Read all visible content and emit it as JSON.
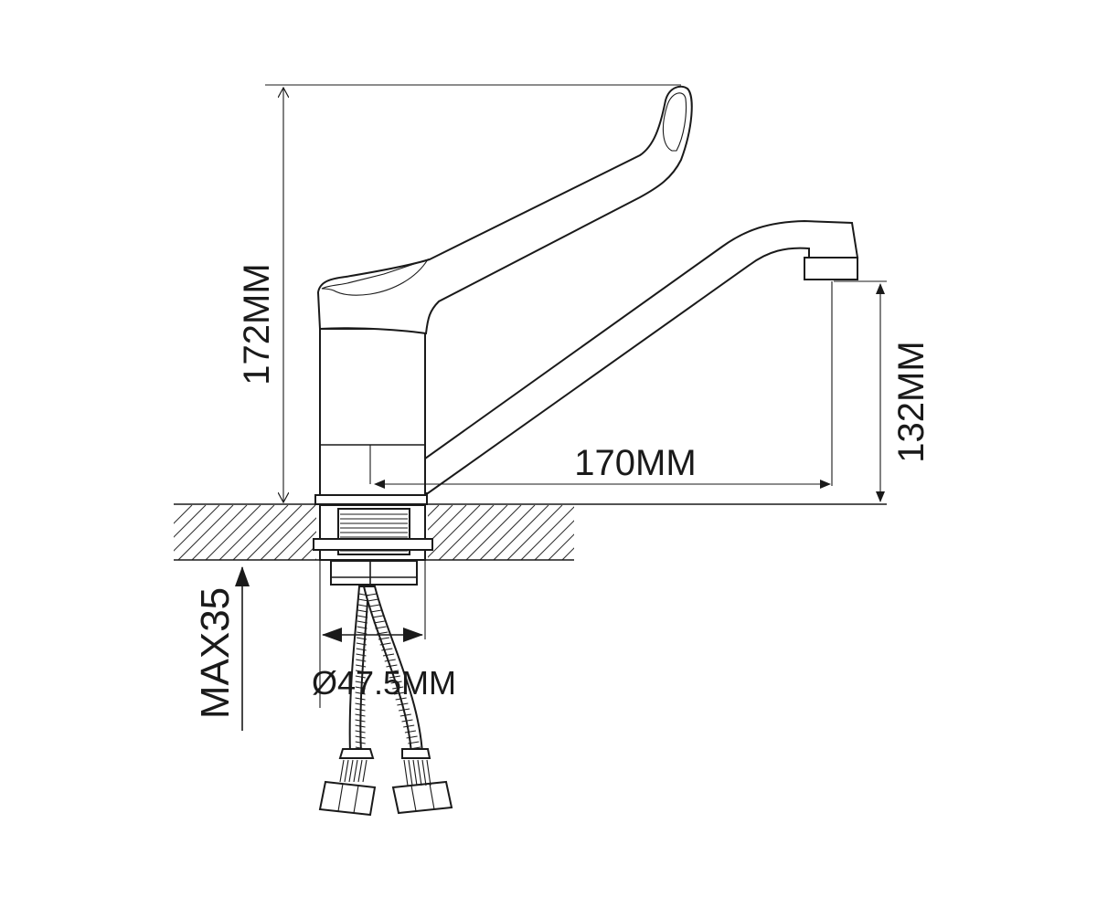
{
  "diagram": {
    "dimensions": {
      "total_height": "172MM",
      "spout_height": "132MM",
      "spout_reach": "170MM",
      "base_diameter": "Ø47.5MM",
      "max_counter_thickness": "MAX35"
    },
    "colors": {
      "line": "#1a1a1a",
      "background": "#ffffff"
    }
  }
}
